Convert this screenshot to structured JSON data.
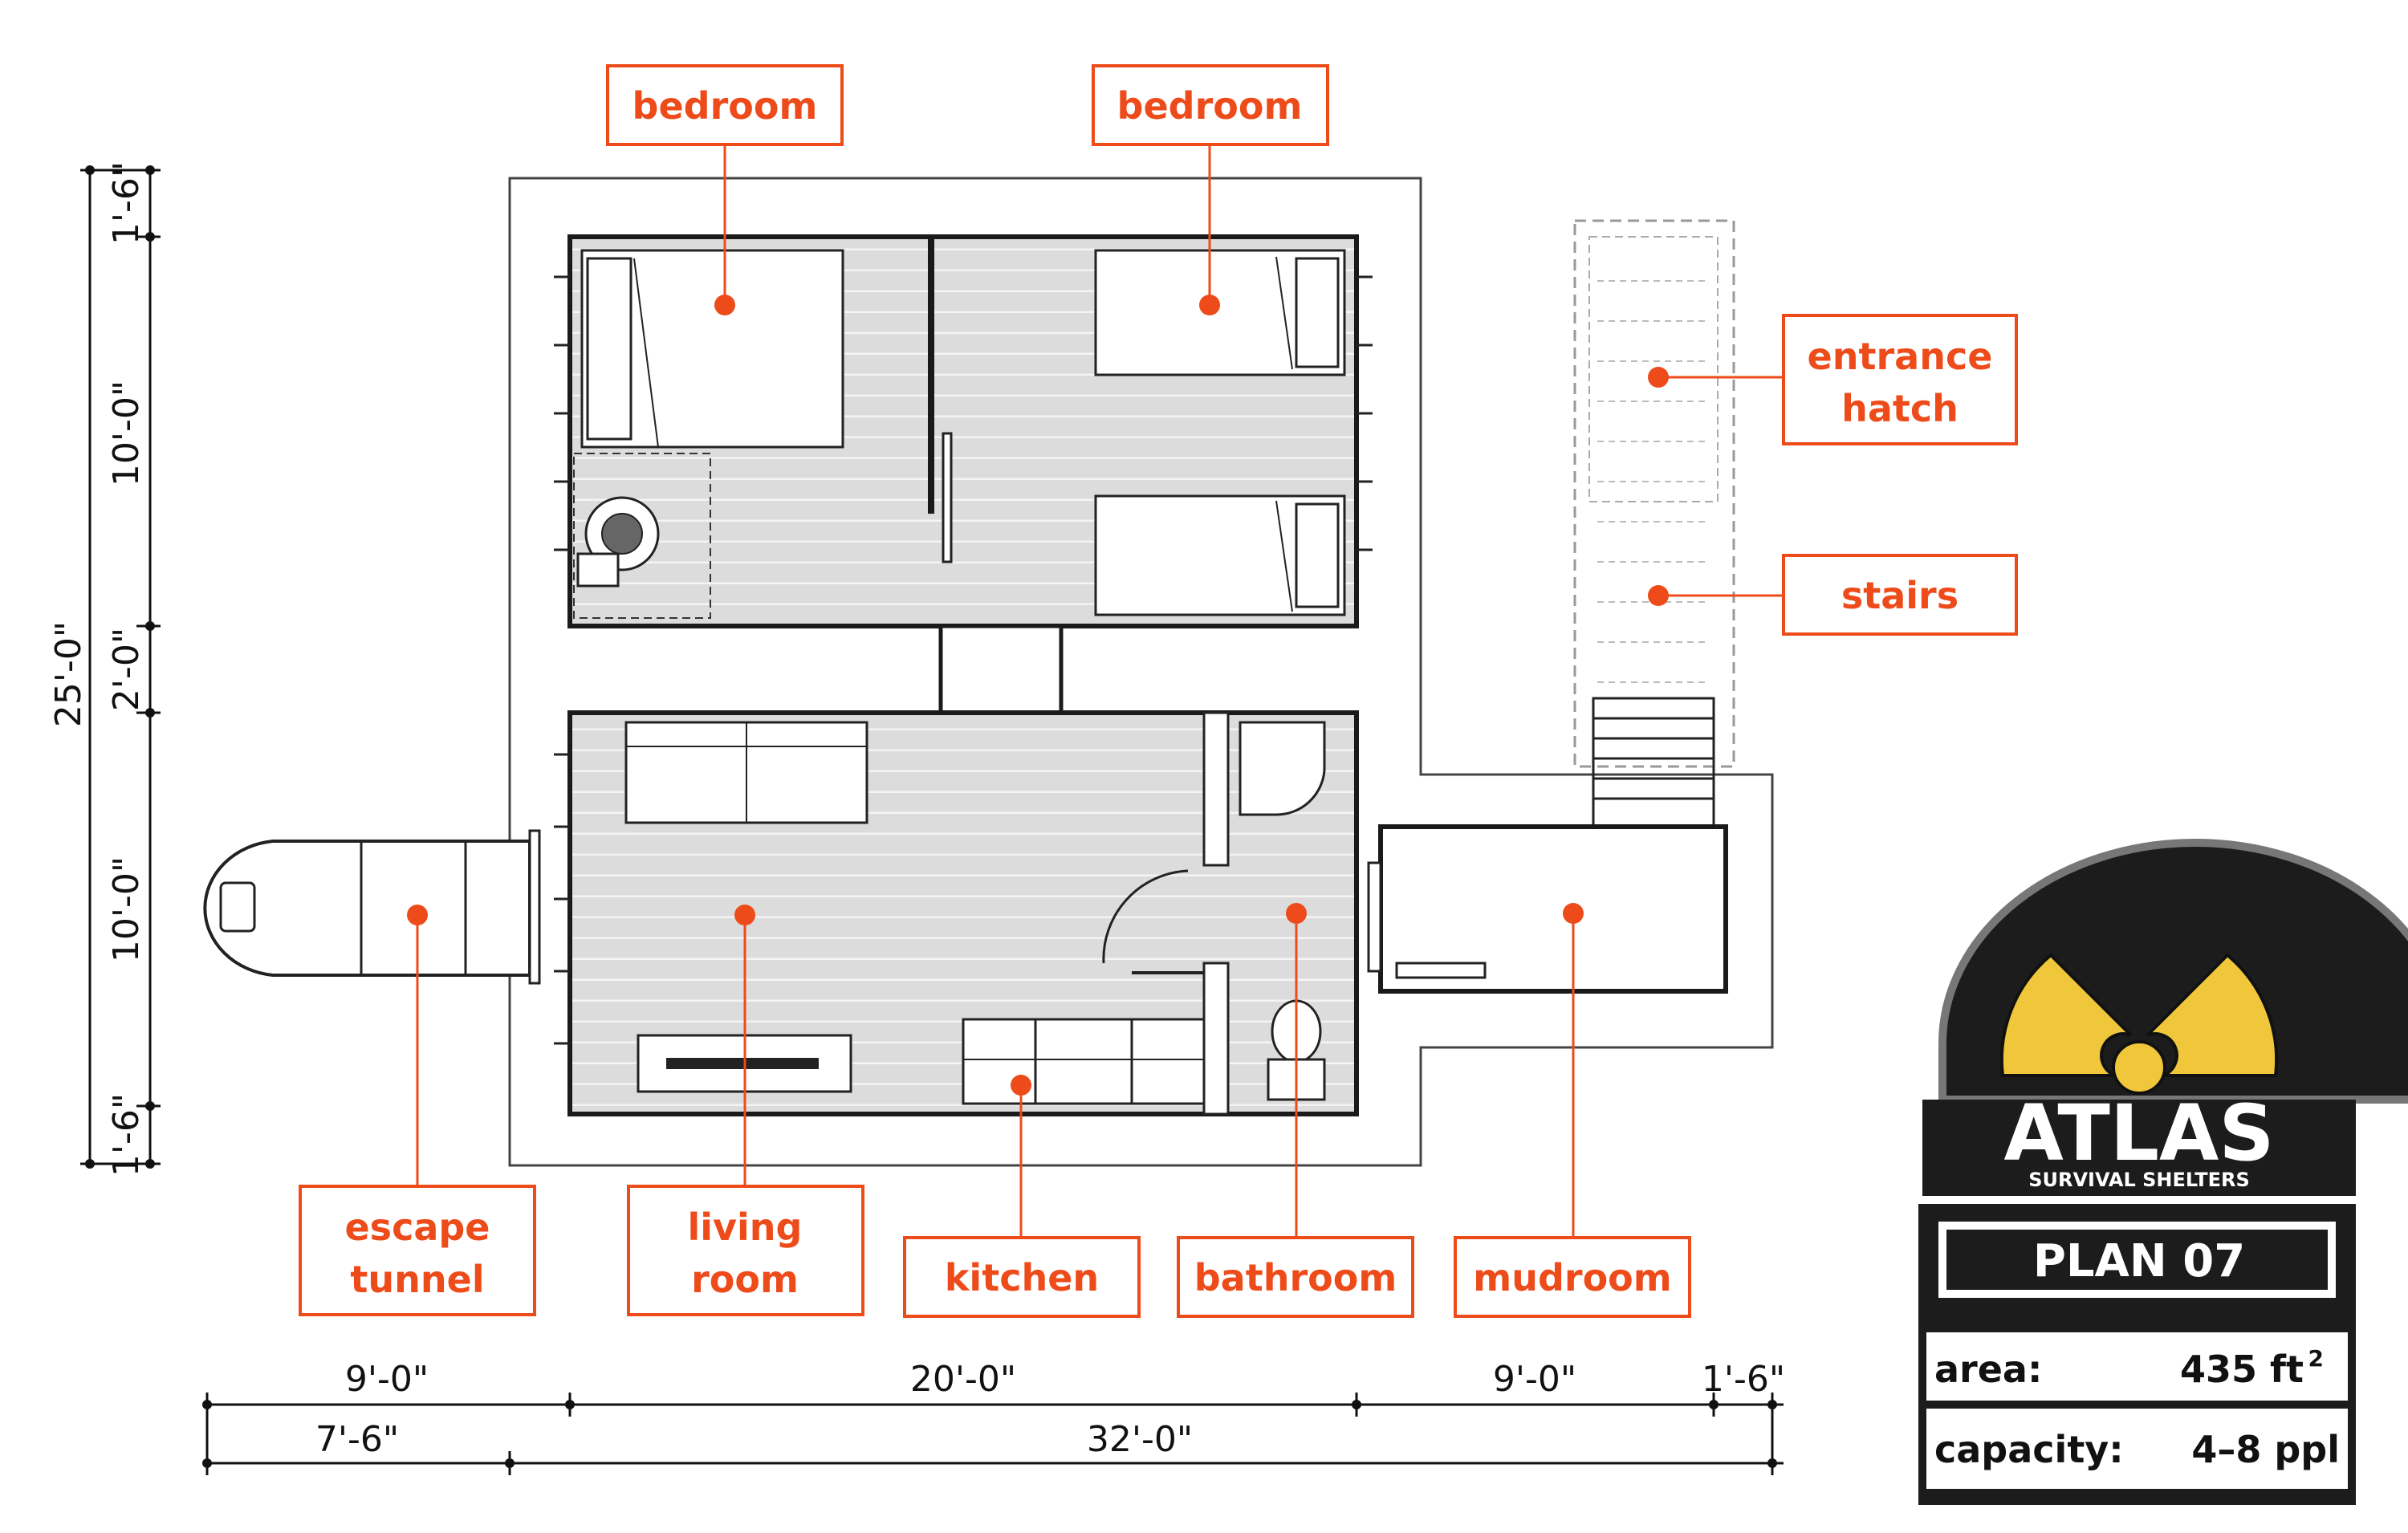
{
  "colors": {
    "accent": "#ee4b1a",
    "floor": "#d9d9d9",
    "wall": "#1a1a1a",
    "logo_yellow": "#f0c63a",
    "logo_dark": "#1c1c1c",
    "logo_gray": "#6a6a6a"
  },
  "labels": {
    "bedroom_left": "bedroom",
    "bedroom_right": "bedroom",
    "entrance_line1": "entrance",
    "entrance_line2": "hatch",
    "stairs": "stairs",
    "escape_line1": "escape",
    "escape_line2": "tunnel",
    "living_line1": "living",
    "living_line2": "room",
    "kitchen": "kitchen",
    "bathroom": "bathroom",
    "mudroom": "mudroom"
  },
  "dimensions": {
    "vertical_total": "25'-0\"",
    "vertical": [
      "1'-6\"",
      "10'-0\"",
      "2'-0\"",
      "10'-0\"",
      "1'-6\""
    ],
    "horizontal_top": [
      "9'-0\"",
      "20'-0\"",
      "9'-0\"",
      "1'-6\""
    ],
    "horizontal_bottom": [
      "7'-6\"",
      "32'-0\""
    ]
  },
  "logo": {
    "brand": "ATLAS",
    "tagline": "SURVIVAL SHELTERS",
    "plan": "PLAN 07",
    "area_label": "area:",
    "area_value": "435 ft",
    "area_unit_sup": "2",
    "capacity_label": "capacity:",
    "capacity_value": "4–8 ppl"
  },
  "icons": [
    "radiation-icon"
  ]
}
